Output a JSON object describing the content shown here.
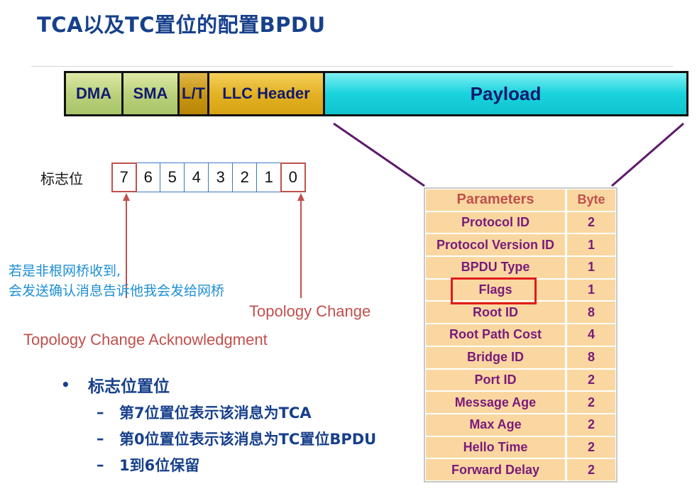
{
  "title": "TCA以及TC置位的配置BPDU",
  "frame": {
    "segments": [
      "DMA",
      "SMA",
      "L/T",
      "LLC Header",
      "Payload"
    ]
  },
  "flags": {
    "label": "标志位",
    "bits": [
      "7",
      "6",
      "5",
      "4",
      "3",
      "2",
      "1",
      "0"
    ]
  },
  "notes": {
    "blue_line1": "若是非根网桥收到,",
    "blue_line2": "会发送确认消息告诉他我会发给网桥",
    "topology_change": "Topology Change",
    "topology_change_ack": "Topology Change Acknowledgment"
  },
  "bullets": {
    "main": "标志位置位",
    "subs": [
      "第7位置位表示该消息为TCA",
      "第0位置位表示该消息为TC置位BPDU",
      "1到6位保留"
    ]
  },
  "param_table": {
    "headers": [
      "Parameters",
      "Byte"
    ],
    "rows": [
      {
        "name": "Protocol ID",
        "byte": "2"
      },
      {
        "name": "Protocol Version ID",
        "byte": "1"
      },
      {
        "name": "BPDU Type",
        "byte": "1"
      },
      {
        "name": "Flags",
        "byte": "1"
      },
      {
        "name": "Root ID",
        "byte": "8"
      },
      {
        "name": "Root Path Cost",
        "byte": "4"
      },
      {
        "name": "Bridge ID",
        "byte": "8"
      },
      {
        "name": "Port ID",
        "byte": "2"
      },
      {
        "name": "Message Age",
        "byte": "2"
      },
      {
        "name": "Max Age",
        "byte": "2"
      },
      {
        "name": "Hello Time",
        "byte": "2"
      },
      {
        "name": "Forward Delay",
        "byte": "2"
      }
    ]
  },
  "colors": {
    "title": "#17408b",
    "accent_red": "#c0504d",
    "note_blue": "#1e8fd6",
    "table_text": "#7a1a7a",
    "table_fill": "#fad7a0"
  }
}
